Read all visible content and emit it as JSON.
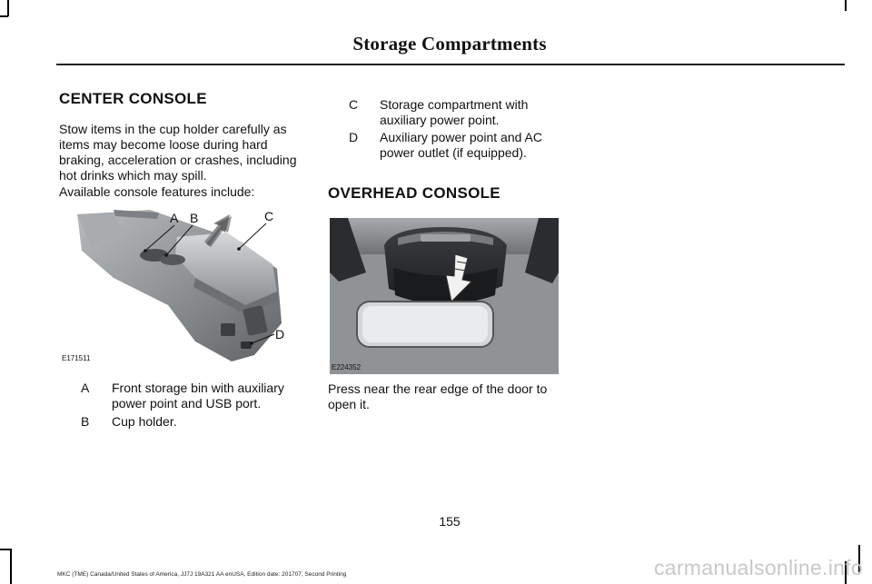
{
  "header": {
    "title": "Storage Compartments"
  },
  "left": {
    "heading": "CENTER CONSOLE",
    "para1": "Stow items in the cup holder carefully as items may become loose during hard braking, acceleration or crashes, including hot drinks which may spill.",
    "para2": "Available console features include:",
    "figure": {
      "code": "E171511",
      "callouts": [
        "A",
        "B",
        "C",
        "D"
      ]
    },
    "items": [
      {
        "key": "A",
        "text": "Front storage bin with auxiliary power point and USB port."
      },
      {
        "key": "B",
        "text": "Cup holder."
      }
    ]
  },
  "right": {
    "items": [
      {
        "key": "C",
        "text": "Storage compartment with auxiliary power point."
      },
      {
        "key": "D",
        "text": "Auxiliary power point and AC power outlet (if equipped)."
      }
    ],
    "heading": "OVERHEAD CONSOLE",
    "figure": {
      "code": "E224352"
    },
    "para": "Press near the rear edge of the door to open it."
  },
  "page_number": "155",
  "footer": "MKC (TME) Canada/United States of America, JJ7J 19A321 AA enUSA, Edition date: 201707, Second Printing",
  "watermark": "carmanualsonline.info"
}
